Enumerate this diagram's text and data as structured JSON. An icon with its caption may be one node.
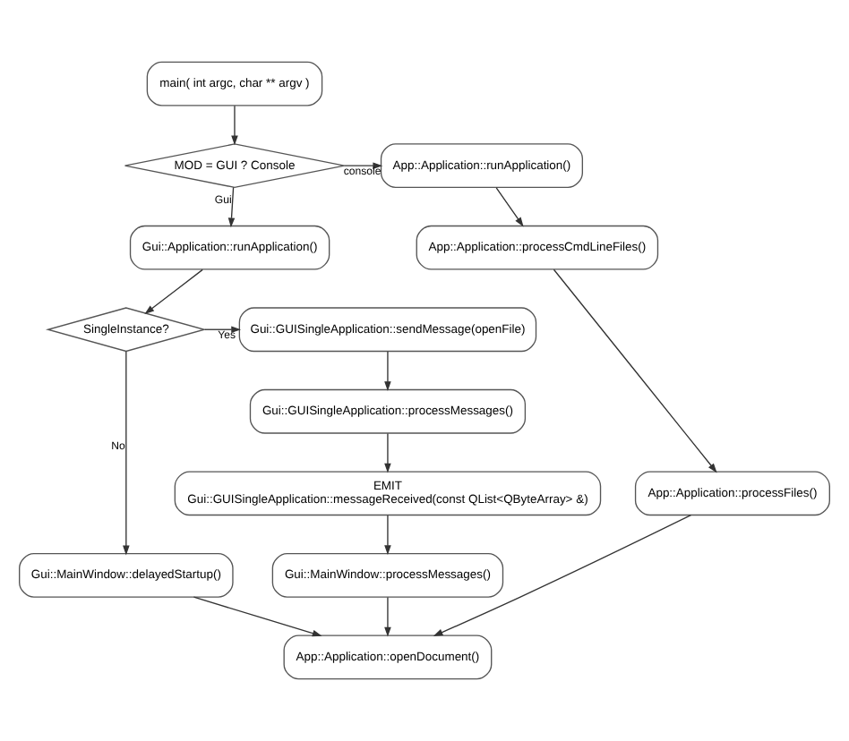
{
  "diagram": {
    "nodes": [
      {
        "text": [
          "main( int argc, char ** argv )"
        ]
      },
      {
        "text": [
          "MOD = GUI ? Console"
        ]
      },
      {
        "text": [
          "App::Application::runApplication()"
        ]
      },
      {
        "text": [
          "App::Application::processCmdLineFiles()"
        ]
      },
      {
        "text": [
          "App::Application::processFiles()"
        ]
      },
      {
        "text": [
          "Gui::Application::runApplication()"
        ]
      },
      {
        "text": [
          "SingleInstance?"
        ]
      },
      {
        "text": [
          "Gui::GUISingleApplication::sendMessage(openFile)"
        ]
      },
      {
        "text": [
          "Gui::MainWindow::delayedStartup()"
        ]
      },
      {
        "text": [
          "Gui::GUISingleApplication::processMessages()"
        ]
      },
      {
        "text": [
          "EMIT",
          "Gui::GUISingleApplication::messageReceived(const QList<QByteArray> &)"
        ]
      },
      {
        "text": [
          "Gui::MainWindow::processMessages()"
        ]
      },
      {
        "text": [
          "App::Application::openDocument()"
        ]
      }
    ],
    "edges": [
      {
        "from": 0,
        "to": 1,
        "arrow": "to"
      },
      {
        "from": 1,
        "to": 2,
        "arrow": "to",
        "label": "console"
      },
      {
        "from": 1,
        "to": 5,
        "arrow": "to",
        "label": "Gui"
      },
      {
        "from": 2,
        "to": 3,
        "arrow": "to"
      },
      {
        "from": 3,
        "to": 4,
        "arrow": "to"
      },
      {
        "from": 5,
        "to": 6,
        "arrow": "to"
      },
      {
        "from": 6,
        "to": 7,
        "arrow": "to",
        "label": "Yes"
      },
      {
        "from": 6,
        "to": 8,
        "arrow": "to",
        "label": "No"
      },
      {
        "from": 7,
        "to": 9,
        "arrow": "to"
      },
      {
        "from": 9,
        "to": 10,
        "arrow": "to"
      },
      {
        "from": 10,
        "to": 11,
        "arrow": "to"
      },
      {
        "from": 11,
        "to": 12,
        "arrow": "to"
      },
      {
        "from": 8,
        "to": 12,
        "arrow": "to"
      },
      {
        "from": 4,
        "to": 12,
        "arrow": "to"
      }
    ]
  }
}
